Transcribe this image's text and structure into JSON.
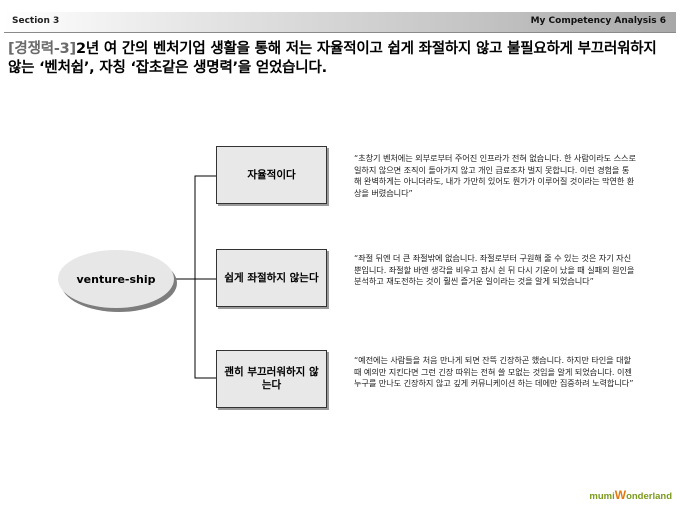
{
  "header": {
    "section": "Section 3",
    "analysis": "My Competency Analysis",
    "page_number": "6"
  },
  "headline": {
    "tag": "[경쟁력-3]",
    "text": "2년 여 간의 벤처기업 생활을 통해 저는 자율적이고 쉽게 좌절하지 않고 불필요하게 부끄러워하지 않는 ‘벤처쉽’, 자칭 ‘잡초같은 생명력’을 얻었습니다."
  },
  "center": {
    "label": "venture-ship"
  },
  "items": [
    {
      "label": "자율적이다",
      "quote": "“초창기 벤처에는 외부로부터 주어진 인프라가 전혀 없습니다. 한 사람이라도 스스로 일하지 않으면 조직이 돌아가지 않고 개인 급료조차 벌지 못합니다. 이런 경험을 통해 완벽하게는 아니더라도, 내가 가만히 있어도 뭔가가 이루어질 것이라는 막연한 환상을 버렸습니다”"
    },
    {
      "label": "쉽게 좌절하지 않는다",
      "quote": "“좌절 뒤엔 더 큰 좌절밖에 없습니다. 좌절로부터 구원해 줄 수 있는 것은 자기 자신 뿐입니다. 좌절할 바엔 생각을 비우고 잠시 쉰 뒤 다시 기운이 났을 때 실패의 원인을 분석하고 재도전하는 것이 훨씬 즐거운 일이라는 것을 알게 되었습니다”"
    },
    {
      "label": "괜히 부끄러워하지 않는다",
      "quote": "“예전에는 사람들을 처음 만나게 되면 잔뜩 긴장하곤 했습니다. 하지만 타인을 대할 때 예의만 지킨다면 그런 긴장 따위는 전혀 쓸 모없는 것임을 알게 되었습니다. 이젠 누구를 만나도 긴장하지 않고 깊게 커뮤니케이션 하는 데에만 집중하려 노력합니다”"
    }
  ],
  "logo": {
    "prefix": "mumi",
    "w": "W",
    "suffix": "onderland"
  }
}
